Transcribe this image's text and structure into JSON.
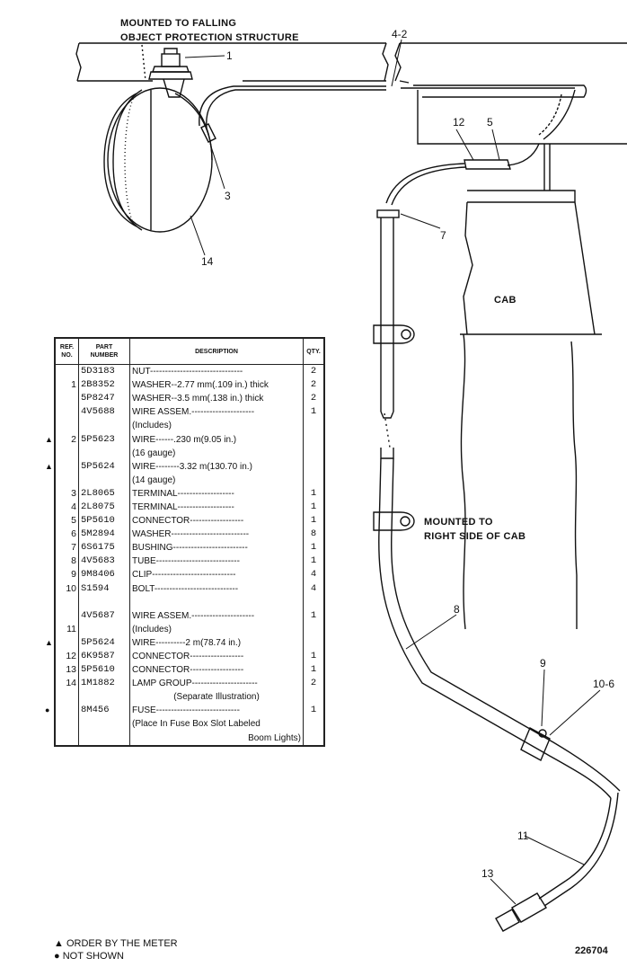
{
  "notes": {
    "mounting_top": [
      "MOUNTED TO FALLING",
      "OBJECT PROTECTION STRUCTURE"
    ],
    "cab_label": "CAB",
    "mounting_side": [
      "MOUNTED TO",
      "RIGHT SIDE OF CAB"
    ]
  },
  "callouts": {
    "c1": "1",
    "c4_2": "4-2",
    "c12": "12",
    "c5": "5",
    "c3": "3",
    "c7": "7",
    "c14": "14",
    "c8": "8",
    "c9": "9",
    "c10_6": "10-6",
    "c11": "11",
    "c13": "13"
  },
  "table": {
    "headers": {
      "ref": [
        "REF.",
        "NO."
      ],
      "part": [
        "PART",
        "NUMBER"
      ],
      "desc": "DESCRIPTION",
      "qty": "QTY."
    },
    "rows": [
      {
        "mark": "",
        "ref": "",
        "part": "5D3183",
        "desc": "NUT-------------------------------",
        "qty": "2"
      },
      {
        "mark": "",
        "ref": "1",
        "part": "2B8352",
        "desc": "WASHER--2.77 mm(.109 in.) thick",
        "qty": "2"
      },
      {
        "mark": "",
        "ref": "",
        "part": "5P8247",
        "desc": "WASHER--3.5 mm(.138 in.) thick",
        "qty": "2"
      },
      {
        "mark": "",
        "ref": "",
        "part": "4V5688",
        "desc": "WIRE ASSEM.---------------------",
        "qty": "1"
      },
      {
        "mark": "",
        "ref": "",
        "part": "",
        "desc": "(Includes)",
        "qty": "",
        "indent": true
      },
      {
        "mark": "▲",
        "ref": "2",
        "part": "5P5623",
        "desc": "WIRE------.230 m(9.05 in.)",
        "qty": "",
        "indent": true
      },
      {
        "mark": "",
        "ref": "",
        "part": "",
        "desc": "(16 gauge)",
        "qty": "",
        "indent": true
      },
      {
        "mark": "▲",
        "ref": "",
        "part": "5P5624",
        "desc": "WIRE--------3.32 m(130.70 in.)",
        "qty": "",
        "indent": true
      },
      {
        "mark": "",
        "ref": "",
        "part": "",
        "desc": "(14 gauge)",
        "qty": "",
        "indent": true
      },
      {
        "mark": "",
        "ref": "3",
        "part": "2L8065",
        "desc": "TERMINAL-------------------",
        "qty": "1",
        "indent": true
      },
      {
        "mark": "",
        "ref": "4",
        "part": "2L8075",
        "desc": "TERMINAL-------------------",
        "qty": "1",
        "indent": true
      },
      {
        "mark": "",
        "ref": "5",
        "part": "5P5610",
        "desc": "CONNECTOR------------------",
        "qty": "1",
        "indent": true
      },
      {
        "mark": "",
        "ref": "6",
        "part": "5M2894",
        "desc": "WASHER--------------------------",
        "qty": "8"
      },
      {
        "mark": "",
        "ref": "7",
        "part": "6S6175",
        "desc": "BUSHING-------------------------",
        "qty": "1"
      },
      {
        "mark": "",
        "ref": "8",
        "part": "4V5683",
        "desc": "TUBE----------------------------",
        "qty": "1"
      },
      {
        "mark": "",
        "ref": "9",
        "part": "9M8406",
        "desc": "CLIP----------------------------",
        "qty": "4"
      },
      {
        "mark": "",
        "ref": "10",
        "part": "S1594",
        "desc": "BOLT----------------------------",
        "qty": "4"
      },
      {
        "mark": "",
        "ref": "",
        "part": "",
        "desc": "",
        "qty": ""
      },
      {
        "mark": "",
        "ref": "",
        "part": "4V5687",
        "desc": "WIRE ASSEM.---------------------",
        "qty": "1"
      },
      {
        "mark": "",
        "ref": "11",
        "part": "",
        "desc": "(Includes)",
        "qty": "",
        "indent": true
      },
      {
        "mark": "▲",
        "ref": "",
        "part": "5P5624",
        "desc": "WIRE----------2 m(78.74 in.)",
        "qty": "",
        "indent": true
      },
      {
        "mark": "",
        "ref": "12",
        "part": "6K9587",
        "desc": "CONNECTOR------------------",
        "qty": "1",
        "indent": true
      },
      {
        "mark": "",
        "ref": "13",
        "part": "5P5610",
        "desc": "CONNECTOR------------------",
        "qty": "1",
        "indent": true
      },
      {
        "mark": "",
        "ref": "14",
        "part": "1M1882",
        "desc": "LAMP GROUP----------------------",
        "qty": "2"
      },
      {
        "mark": "",
        "ref": "",
        "part": "",
        "desc": "(Separate Illustration)",
        "qty": "",
        "center": true
      },
      {
        "mark": "●",
        "ref": "",
        "part": "8M456",
        "desc": "FUSE----------------------------",
        "qty": "1"
      },
      {
        "mark": "",
        "ref": "",
        "part": "",
        "desc": "(Place In Fuse Box Slot Labeled",
        "qty": ""
      },
      {
        "mark": "",
        "ref": "",
        "part": "",
        "desc": "Boom Lights)",
        "qty": "",
        "right": true
      }
    ]
  },
  "legend": {
    "order_by_meter": "▲ ORDER BY THE METER",
    "not_shown": "● NOT SHOWN"
  },
  "figure_number": "226704"
}
